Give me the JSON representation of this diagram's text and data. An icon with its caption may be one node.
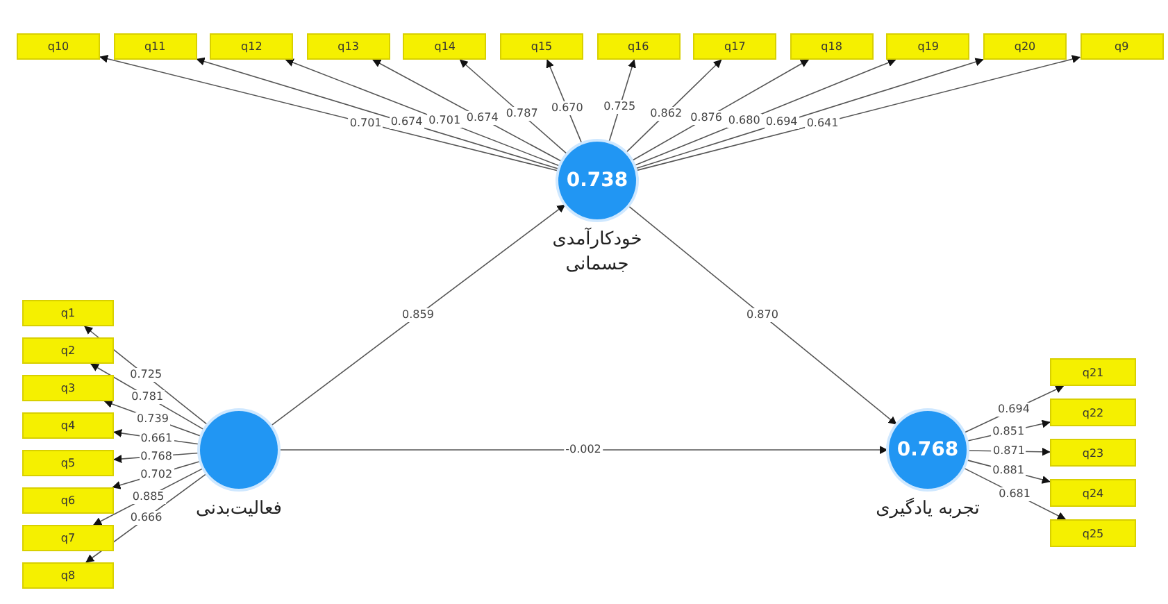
{
  "diagram": {
    "nodes": [
      {
        "text": [
          "q10"
        ]
      },
      {
        "text": [
          "q11"
        ]
      },
      {
        "text": [
          "q12"
        ]
      },
      {
        "text": [
          "q13"
        ]
      },
      {
        "text": [
          "q14"
        ]
      },
      {
        "text": [
          "q15"
        ]
      },
      {
        "text": [
          "q16"
        ]
      },
      {
        "text": [
          "q17"
        ]
      },
      {
        "text": [
          "q18"
        ]
      },
      {
        "text": [
          "q19"
        ]
      },
      {
        "text": [
          "q20"
        ]
      },
      {
        "text": [
          "q9"
        ]
      },
      {
        "text": [
          "0.738"
        ],
        "beside": [
          "خودکارآمدی جسمانی"
        ]
      },
      {
        "text": [
          "q1"
        ]
      },
      {
        "text": [
          "q2"
        ]
      },
      {
        "text": [
          "q3"
        ]
      },
      {
        "text": [
          "q4"
        ]
      },
      {
        "text": [
          "q5"
        ]
      },
      {
        "text": [
          "q6"
        ]
      },
      {
        "text": [
          "q7"
        ]
      },
      {
        "text": [
          "q8"
        ]
      },
      {
        "text": [],
        "shape": "circle",
        "beside": [
          "فعالیت‌بدنی"
        ]
      },
      {
        "text": [
          "0.768"
        ],
        "beside": [
          "تجربه یادگیری"
        ]
      },
      {
        "text": [
          "q21"
        ]
      },
      {
        "text": [
          "q22"
        ]
      },
      {
        "text": [
          "q23"
        ]
      },
      {
        "text": [
          "q24"
        ]
      },
      {
        "text": [
          "q25"
        ]
      }
    ],
    "edges": [
      {
        "from": 12,
        "to": 0,
        "arrow": "to",
        "label": "0.701"
      },
      {
        "from": 12,
        "to": 1,
        "arrow": "to",
        "label": "0.674"
      },
      {
        "from": 12,
        "to": 2,
        "arrow": "to",
        "label": "0.701"
      },
      {
        "from": 12,
        "to": 3,
        "arrow": "to",
        "label": "0.674"
      },
      {
        "from": 12,
        "to": 4,
        "arrow": "to",
        "label": "0.787"
      },
      {
        "from": 12,
        "to": 5,
        "arrow": "to",
        "label": "0.670"
      },
      {
        "from": 12,
        "to": 6,
        "arrow": "to",
        "label": "0.725"
      },
      {
        "from": 12,
        "to": 7,
        "arrow": "to",
        "label": "0.862"
      },
      {
        "from": 12,
        "to": 8,
        "arrow": "to",
        "label": "0.876"
      },
      {
        "from": 12,
        "to": 9,
        "arrow": "to",
        "label": "0.680"
      },
      {
        "from": 12,
        "to": 10,
        "arrow": "to",
        "label": "0.694"
      },
      {
        "from": 12,
        "to": 11,
        "arrow": "to",
        "label": "0.641"
      },
      {
        "from": 21,
        "to": 13,
        "arrow": "to",
        "label": "0.725"
      },
      {
        "from": 21,
        "to": 14,
        "arrow": "to",
        "label": "0.781"
      },
      {
        "from": 21,
        "to": 15,
        "arrow": "to",
        "label": "0.739"
      },
      {
        "from": 21,
        "to": 16,
        "arrow": "to",
        "label": "0.661"
      },
      {
        "from": 21,
        "to": 17,
        "arrow": "to",
        "label": "0.768"
      },
      {
        "from": 21,
        "to": 18,
        "arrow": "to",
        "label": "0.702"
      },
      {
        "from": 21,
        "to": 19,
        "arrow": "to",
        "label": "0.885"
      },
      {
        "from": 21,
        "to": 20,
        "arrow": "to",
        "label": "0.666"
      },
      {
        "from": 22,
        "to": 23,
        "arrow": "to",
        "label": "0.694"
      },
      {
        "from": 22,
        "to": 24,
        "arrow": "to",
        "label": "0.851"
      },
      {
        "from": 22,
        "to": 25,
        "arrow": "to",
        "label": "0.871"
      },
      {
        "from": 22,
        "to": 26,
        "arrow": "to",
        "label": "0.881"
      },
      {
        "from": 22,
        "to": 27,
        "arrow": "to",
        "label": "0.681"
      },
      {
        "from": 21,
        "to": 12,
        "arrow": "to",
        "label": "0.859"
      },
      {
        "from": 12,
        "to": 22,
        "arrow": "to",
        "label": "0.870"
      },
      {
        "from": 21,
        "to": 22,
        "arrow": "to",
        "label": "-0.002"
      }
    ]
  }
}
